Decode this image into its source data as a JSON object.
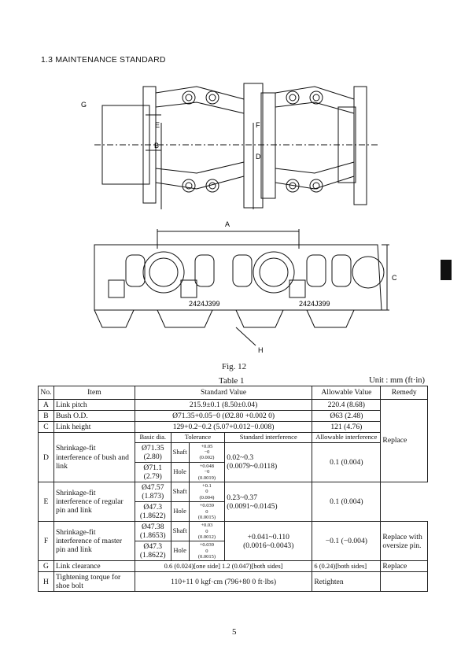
{
  "section_heading": "1.3  MAINTENANCE STANDARD",
  "figure": {
    "top_labels": [
      "G",
      "E",
      "F",
      "B",
      "D"
    ],
    "bottom_labels": [
      "A",
      "C",
      "H"
    ],
    "marking_1": "2424J399",
    "marking_2": "2424J399",
    "caption": "Fig. 12"
  },
  "table_caption": "Table 1",
  "unit_note": "Unit : mm (ft·in)",
  "headers": {
    "no": "No.",
    "item": "Item",
    "standard": "Standard Value",
    "allowable": "Allowable Value",
    "remedy": "Remedy"
  },
  "sub_headers": {
    "basic": "Basic dia.",
    "tolerance": "Tolerance",
    "std_int": "Standard interference",
    "allow_int": "Allowable interference"
  },
  "rows": {
    "A": {
      "no": "A",
      "item": "Link pitch",
      "standard": "215.9±0.1 (8.50±0.04)",
      "allowable": "220.4 (8.68)"
    },
    "B": {
      "no": "B",
      "item": "Bush O.D.",
      "standard": "Ø71.35+0.05−0 (Ø2.80 +0.002 0)",
      "allowable": "Ø63 (2.48)"
    },
    "C": {
      "no": "C",
      "item": "Link height",
      "standard": "129+0.2−0.2 (5.07+0.012−0.008)",
      "allowable": "121 (4.76)"
    },
    "D": {
      "no": "D",
      "item": "Shrinkage-fit interference of bush and link",
      "shaft_dia": "Ø71.35",
      "shaft_dia_in": "(2.80)",
      "shaft": "Shaft",
      "shaft_tol": "+0.05",
      "shaft_tol2": "−0",
      "shaft_tol_in": "(0.002)",
      "hole_dia": "Ø71.1",
      "hole_dia_in": "(2.79)",
      "hole": "Hole",
      "hole_tol": "+0.048",
      "hole_tol2": "−0",
      "hole_tol_in": "(0.0019)",
      "std": "0.02~0.3",
      "std_in": "(0.0079~0.0118)",
      "allow": "0.1 (0.004)"
    },
    "E": {
      "no": "E",
      "item": "Shrinkage-fit interference of regular pin and link",
      "shaft_dia": "Ø47.57",
      "shaft_dia_in": "(1.873)",
      "shaft": "Shaft",
      "shaft_tol": "+0.1",
      "shaft_tol2": "0",
      "shaft_tol_in": "(0.004)",
      "hole_dia": "Ø47.3",
      "hole_dia_in": "(1.8622)",
      "hole": "Hole",
      "hole_tol": "+0.039",
      "hole_tol2": "0",
      "hole_tol_in": "(0.0015)",
      "std": "0.23~0.37",
      "std_in": "(0.0091~0.0145)",
      "allow": "0.1 (0.004)"
    },
    "F": {
      "no": "F",
      "item": "Shrinkage-fit interference of master pin and link",
      "shaft_dia": "Ø47.38",
      "shaft_dia_in": "(1.8653)",
      "shaft": "Shaft",
      "shaft_tol": "+0.03",
      "shaft_tol2": "0",
      "shaft_tol_in": "(0.0012)",
      "hole_dia": "Ø47.3",
      "hole_dia_in": "(1.8622)",
      "hole": "Hole",
      "hole_tol": "+0.039",
      "hole_tol2": "0",
      "hole_tol_in": "(0.0015)",
      "std": "+0.041~0.110",
      "std_in": "(0.0016~0.0043)",
      "allow": "−0.1 (−0.004)",
      "remedy": "Replace with oversize pin."
    },
    "G": {
      "no": "G",
      "item": "Link clearance",
      "standard": "0.6 (0.024)[one side]  1.2 (0.047)[both sides]",
      "allowable": "6 (0.24)[both sides]",
      "remedy": "Replace"
    },
    "H": {
      "no": "H",
      "item": "Tightening torque for shoe bolt",
      "standard": "110+11 0 kgf·cm (796+80 0 ft·lbs)",
      "allowable": "Retighten"
    }
  },
  "remedy_common": "Replace",
  "page_number": "5"
}
